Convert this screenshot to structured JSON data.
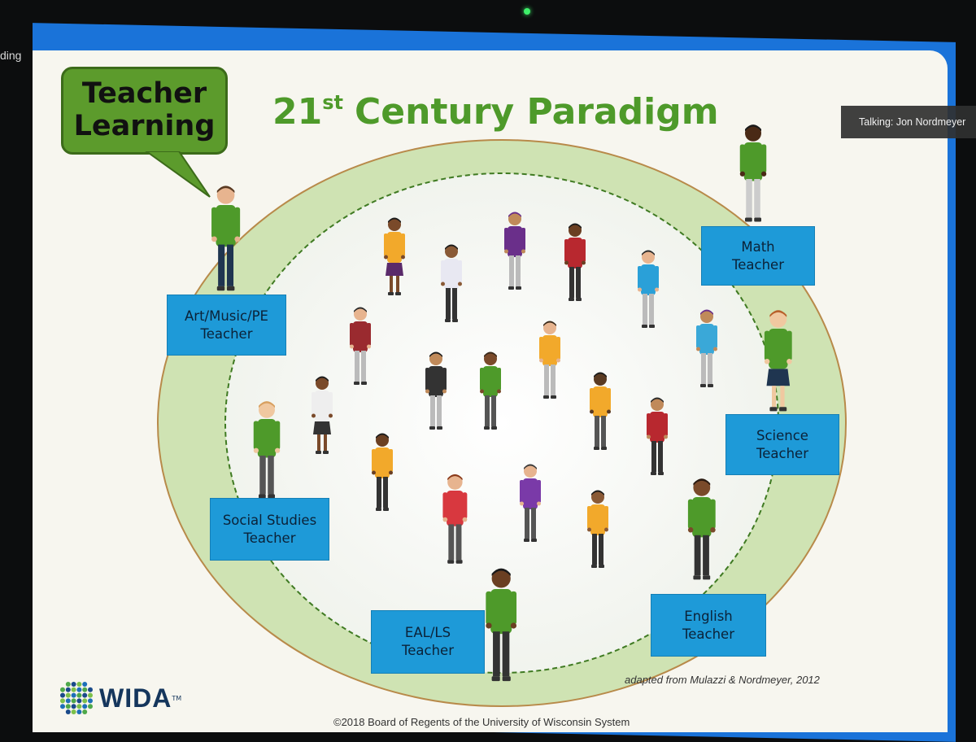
{
  "window": {
    "side_label": "ding",
    "talking_indicator": "Talking: Jon Nordmeyer"
  },
  "slide": {
    "speech_bubble": [
      "Teacher",
      "Learning"
    ],
    "title_number": "21",
    "title_superscript": "st",
    "title_rest": "Century Paradigm",
    "labels": {
      "art": [
        "Art/Music/PE",
        "Teacher"
      ],
      "math": [
        "Math",
        "Teacher"
      ],
      "science": [
        "Science",
        "Teacher"
      ],
      "social": [
        "Social Studies",
        "Teacher"
      ],
      "eal": [
        "EAL/LS",
        "Teacher"
      ],
      "english": [
        "English",
        "Teacher"
      ]
    },
    "logo_text": "WIDA",
    "logo_tm": "TM",
    "attribution": "adapted from Mulazzi & Nordmeyer, 2012",
    "copyright": "©2018 Board of Regents of the University of Wisconsin System"
  },
  "colors": {
    "accent_green": "#4e9a2a",
    "label_blue": "#1e9ad8",
    "ring_green": "#cfe3b3"
  },
  "icons": {
    "camera": "camera-indicator-icon",
    "logo": "wida-logo-icon",
    "person": "person-figure-icon"
  }
}
